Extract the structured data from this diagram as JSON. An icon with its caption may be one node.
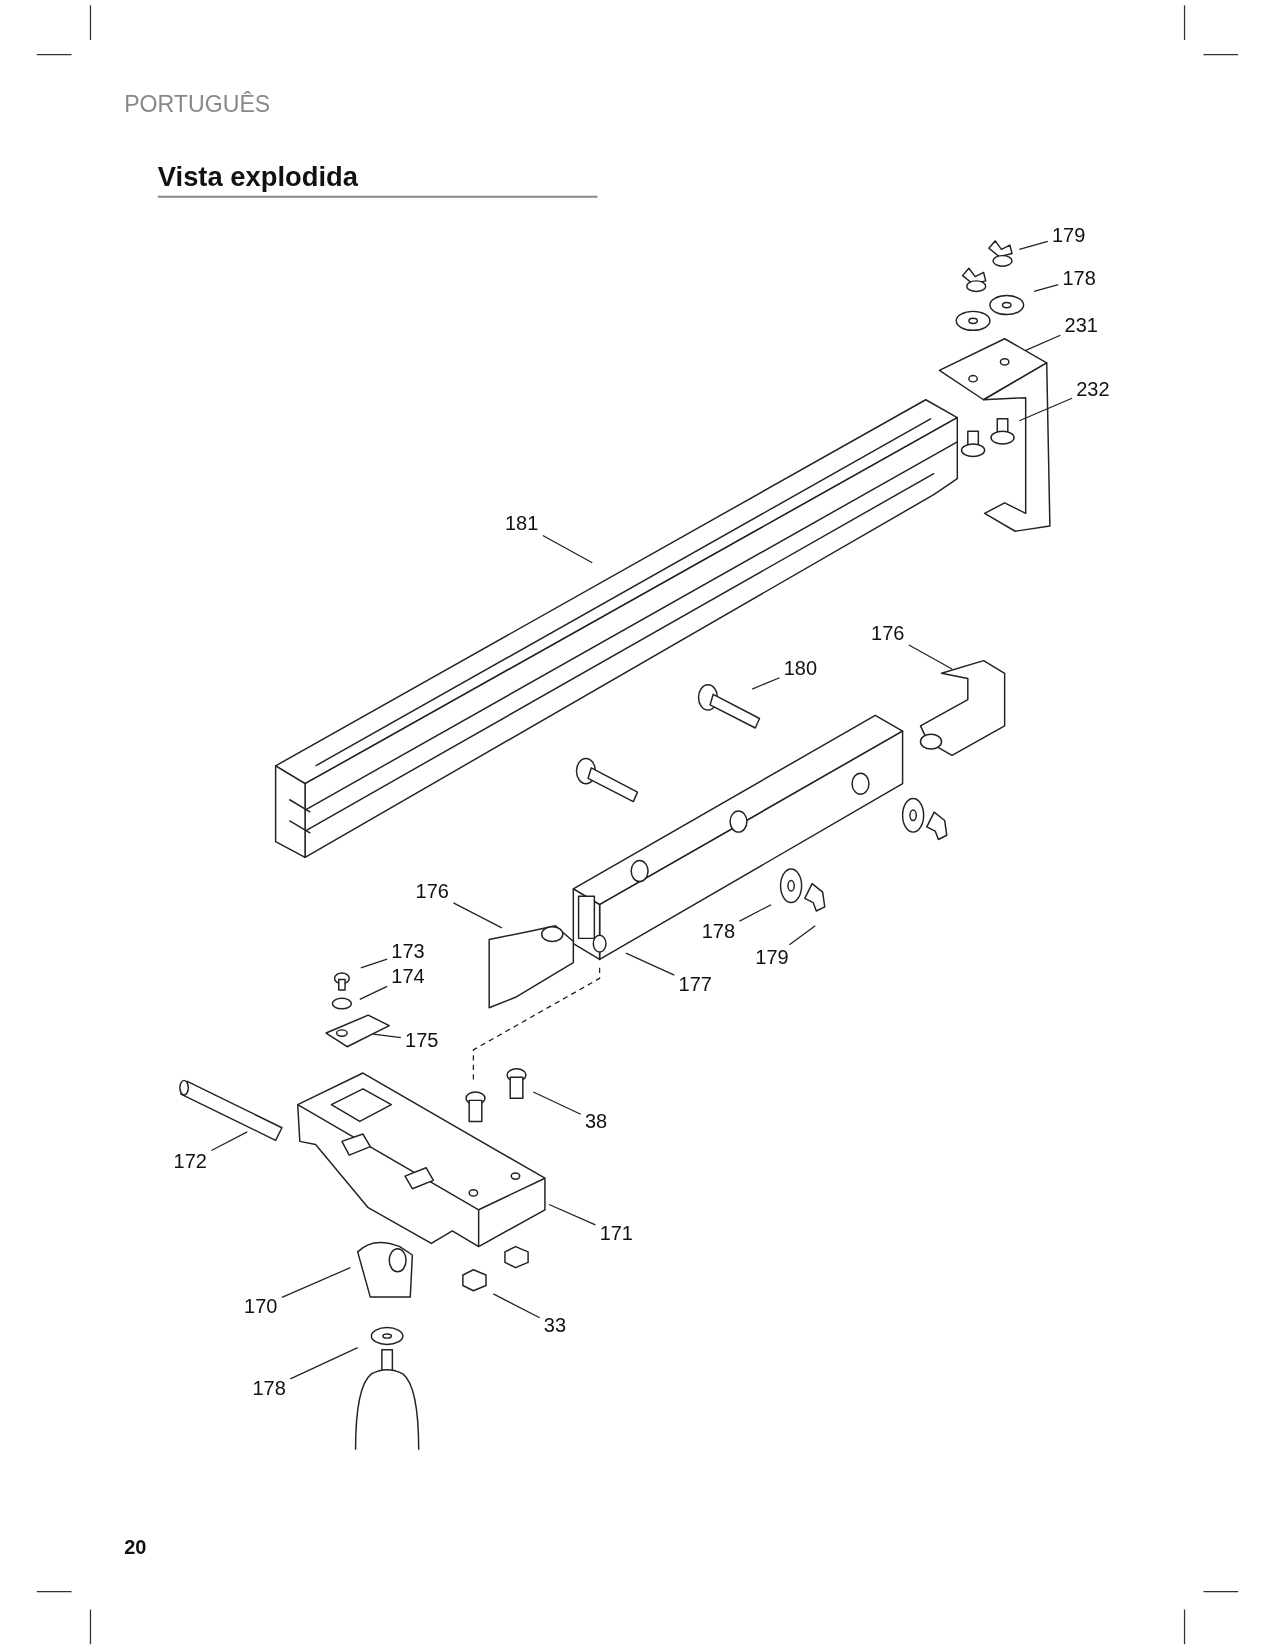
{
  "diagram": {
    "title": "Vista explodida",
    "nodes": [
      {
        "text": [
          "179"
        ]
      },
      {
        "text": [
          "178"
        ]
      },
      {
        "text": [
          "231"
        ]
      },
      {
        "text": [
          "232"
        ]
      },
      {
        "text": [
          "181"
        ]
      },
      {
        "text": [
          "176"
        ]
      },
      {
        "text": [
          "180"
        ]
      },
      {
        "text": [
          "176"
        ]
      },
      {
        "text": [
          "173"
        ]
      },
      {
        "text": [
          "174"
        ]
      },
      {
        "text": [
          "175"
        ]
      },
      {
        "text": [
          "178"
        ]
      },
      {
        "text": [
          "179"
        ]
      },
      {
        "text": [
          "177"
        ]
      },
      {
        "text": [
          "38"
        ]
      },
      {
        "text": [
          "172"
        ]
      },
      {
        "text": [
          "171"
        ]
      },
      {
        "text": [
          "170"
        ]
      },
      {
        "text": [
          "33"
        ]
      },
      {
        "text": [
          "178"
        ]
      }
    ],
    "edges": [
      {
        "from": 0,
        "to": null,
        "arrow": "none"
      },
      {
        "from": 1,
        "to": null,
        "arrow": "none"
      },
      {
        "from": 2,
        "to": null,
        "arrow": "none"
      },
      {
        "from": 3,
        "to": null,
        "arrow": "none"
      },
      {
        "from": 4,
        "to": null,
        "arrow": "none"
      },
      {
        "from": 5,
        "to": null,
        "arrow": "none"
      },
      {
        "from": 6,
        "to": null,
        "arrow": "none"
      },
      {
        "from": 7,
        "to": null,
        "arrow": "none"
      },
      {
        "from": 8,
        "to": null,
        "arrow": "none"
      },
      {
        "from": 9,
        "to": null,
        "arrow": "none"
      },
      {
        "from": 10,
        "to": null,
        "arrow": "none"
      },
      {
        "from": 11,
        "to": null,
        "arrow": "none"
      },
      {
        "from": 12,
        "to": null,
        "arrow": "none"
      },
      {
        "from": 13,
        "to": null,
        "arrow": "none"
      },
      {
        "from": 14,
        "to": null,
        "arrow": "none"
      },
      {
        "from": 15,
        "to": null,
        "arrow": "none"
      },
      {
        "from": 16,
        "to": null,
        "arrow": "none"
      },
      {
        "from": 17,
        "to": null,
        "arrow": "none"
      },
      {
        "from": 18,
        "to": null,
        "arrow": "none"
      },
      {
        "from": 19,
        "to": null,
        "arrow": "none"
      }
    ],
    "labels": [
      "PORTUGUÊS",
      "20"
    ]
  }
}
